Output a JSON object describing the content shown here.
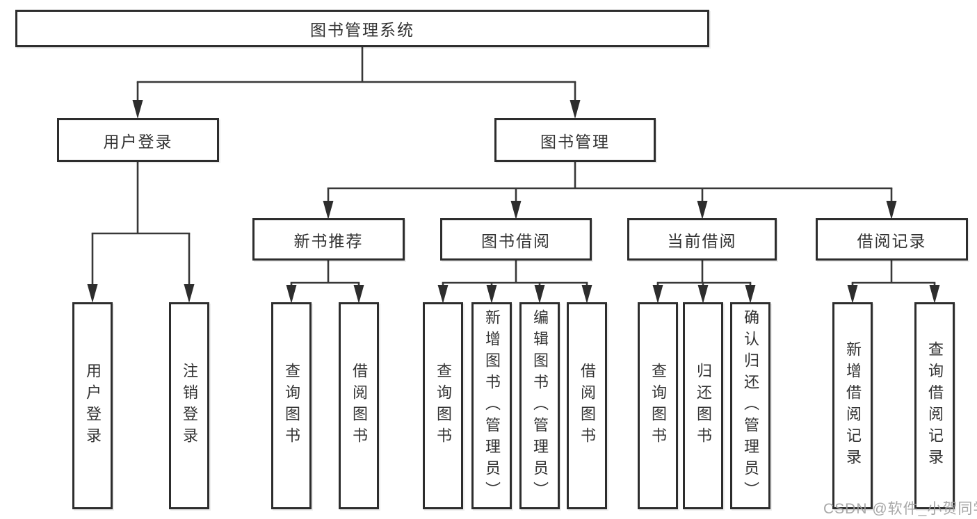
{
  "diagram": {
    "root": {
      "label": "图书管理系统"
    },
    "branches": [
      {
        "label": "用户登录",
        "children": [
          {
            "label": "用户登录"
          },
          {
            "label": "注销登录"
          }
        ]
      },
      {
        "label": "图书管理",
        "children": [
          {
            "label": "新书推荐",
            "children": [
              {
                "label": "查询图书"
              },
              {
                "label": "借阅图书"
              }
            ]
          },
          {
            "label": "图书借阅",
            "children": [
              {
                "label": "查询图书"
              },
              {
                "label": "新增图书（管理员）"
              },
              {
                "label": "编辑图书（管理员）"
              },
              {
                "label": "借阅图书"
              }
            ]
          },
          {
            "label": "当前借阅",
            "children": [
              {
                "label": "查询图书"
              },
              {
                "label": "归还图书"
              },
              {
                "label": "确认归还（管理员）"
              }
            ]
          },
          {
            "label": "借阅记录",
            "children": [
              {
                "label": "新增借阅记录"
              },
              {
                "label": "查询借阅记录"
              }
            ]
          }
        ]
      }
    ]
  },
  "watermark": {
    "label": "CSDN @软件_小贺同学"
  },
  "colors": {
    "background": "#ffffff",
    "box_border": "#2d2d2d",
    "line": "#383838",
    "arrowhead": "#2d2d2d",
    "text": "#333333",
    "watermark": "#a0a0a0"
  }
}
